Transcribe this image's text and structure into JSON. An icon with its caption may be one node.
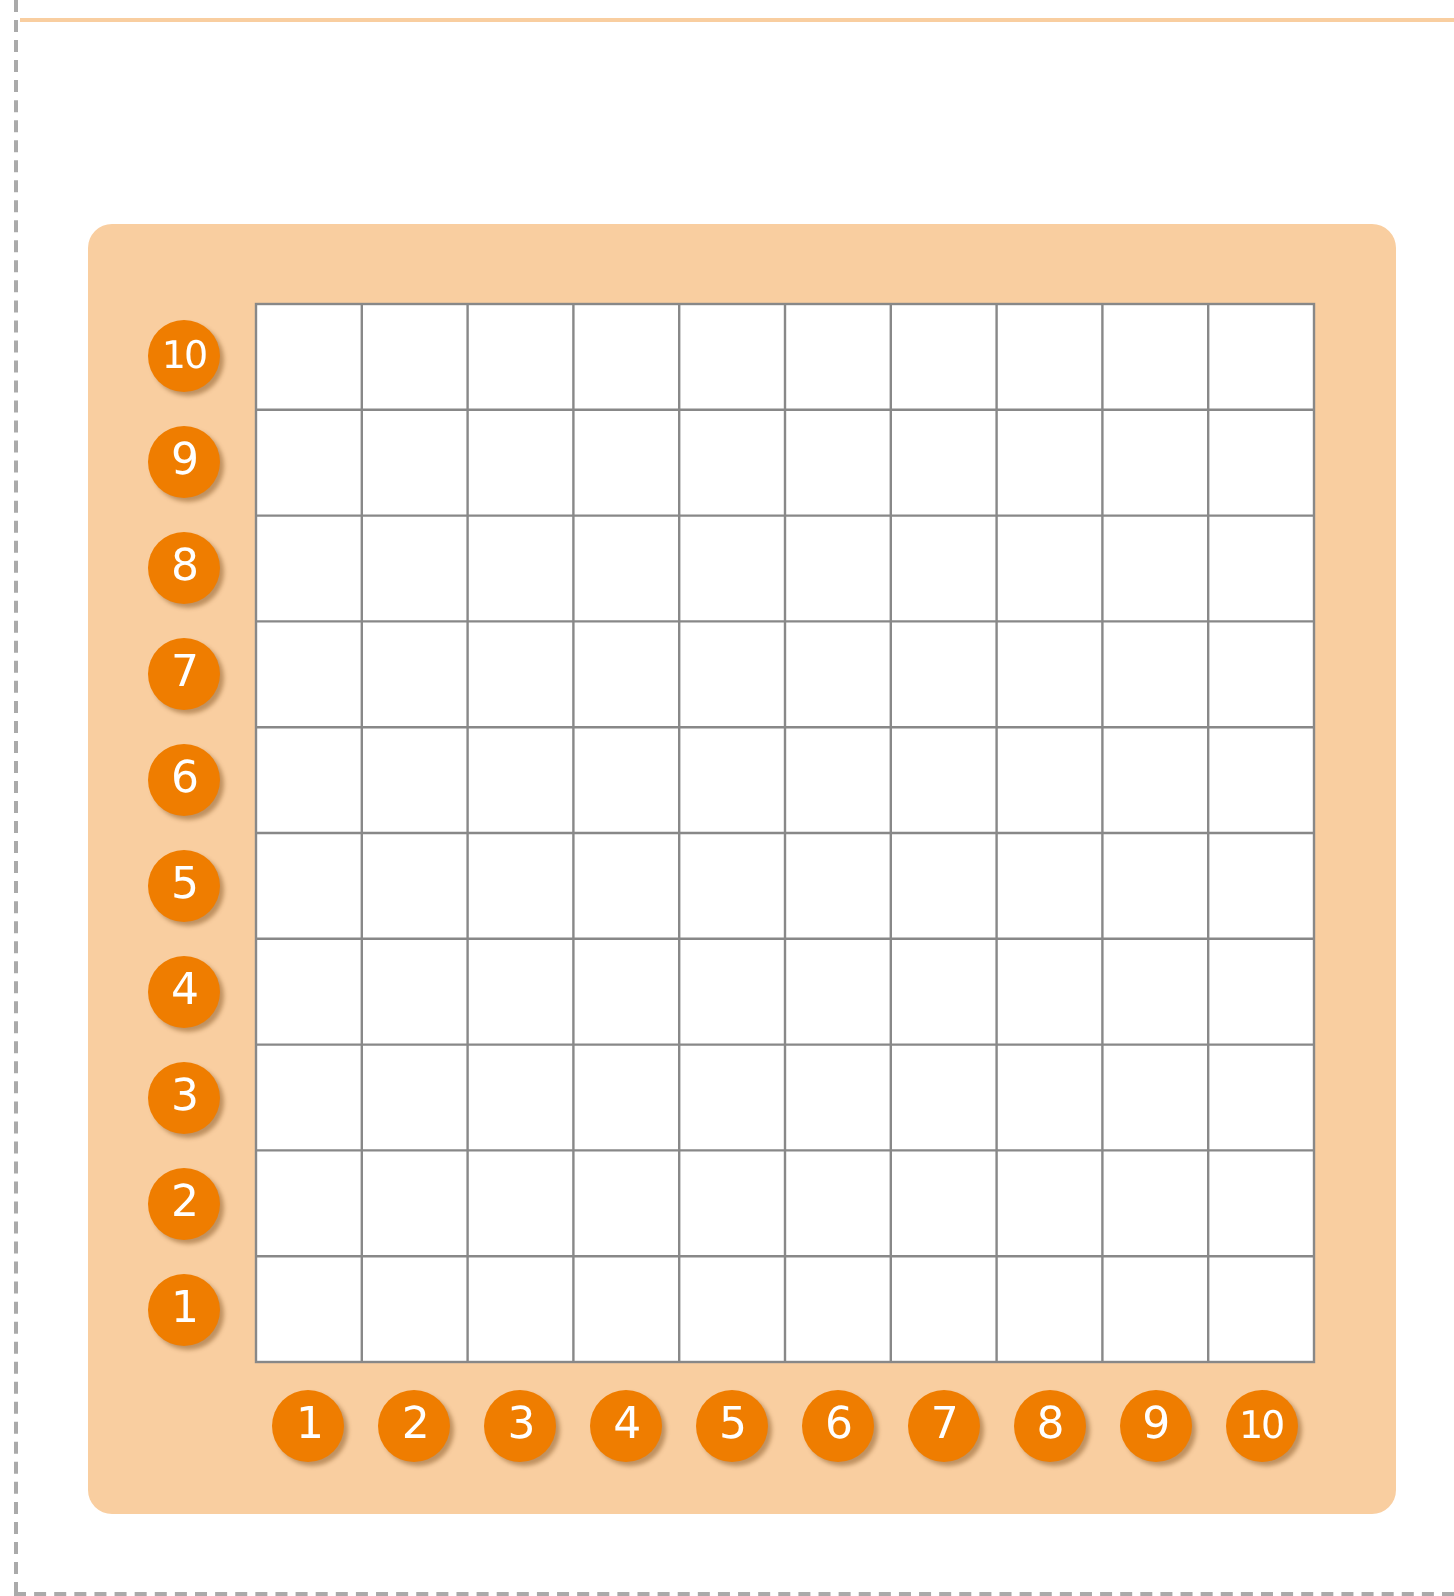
{
  "diagram": {
    "labels": [
      "10",
      "9",
      "8",
      "7",
      "6",
      "5",
      "4",
      "3",
      "2",
      "1",
      "1",
      "2",
      "3",
      "4",
      "5",
      "6",
      "7",
      "8",
      "9",
      "10"
    ]
  }
}
